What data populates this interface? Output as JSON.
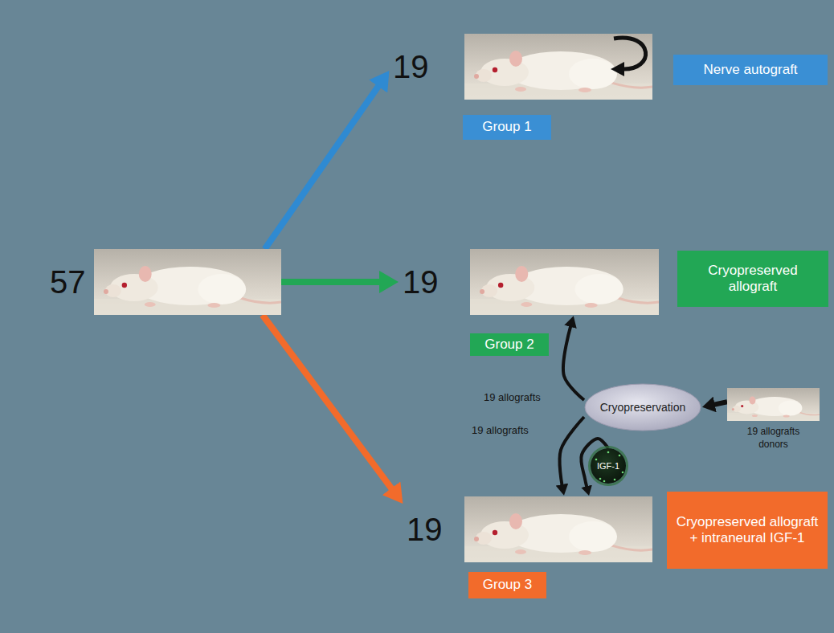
{
  "diagram": {
    "nodes": [
      {
        "text": [
          "57"
        ]
      },
      {
        "text": [
          "19"
        ]
      },
      {
        "text": [
          "Nerve autograft"
        ]
      },
      {
        "text": [
          "Group 1"
        ]
      },
      {
        "text": [
          "19"
        ]
      },
      {
        "text": [
          "Cryopreserved allograft"
        ]
      },
      {
        "text": [
          "Group 2"
        ]
      },
      {
        "text": [
          "Cryopreservation"
        ]
      },
      {
        "text": [
          "19 allografts donors"
        ]
      },
      {
        "text": [
          "19"
        ]
      },
      {
        "text": [
          "Cryopreserved allograft + intraneural IGF-1"
        ]
      },
      {
        "text": [
          "Group 3"
        ]
      },
      {
        "text": [
          "IGF-1"
        ]
      }
    ],
    "edges": [
      {
        "from": 0,
        "to": 1,
        "arrow": "to"
      },
      {
        "from": 0,
        "to": 4,
        "arrow": "to"
      },
      {
        "from": 0,
        "to": 9,
        "arrow": "to"
      },
      {
        "from": 8,
        "to": 7,
        "arrow": "to"
      },
      {
        "from": 7,
        "to": 4,
        "label": "19 allografts",
        "arrow": "to"
      },
      {
        "from": 7,
        "to": 9,
        "label": "19 allografts",
        "arrow": "to"
      },
      {
        "from": 12,
        "to": 9,
        "arrow": "to"
      }
    ]
  }
}
